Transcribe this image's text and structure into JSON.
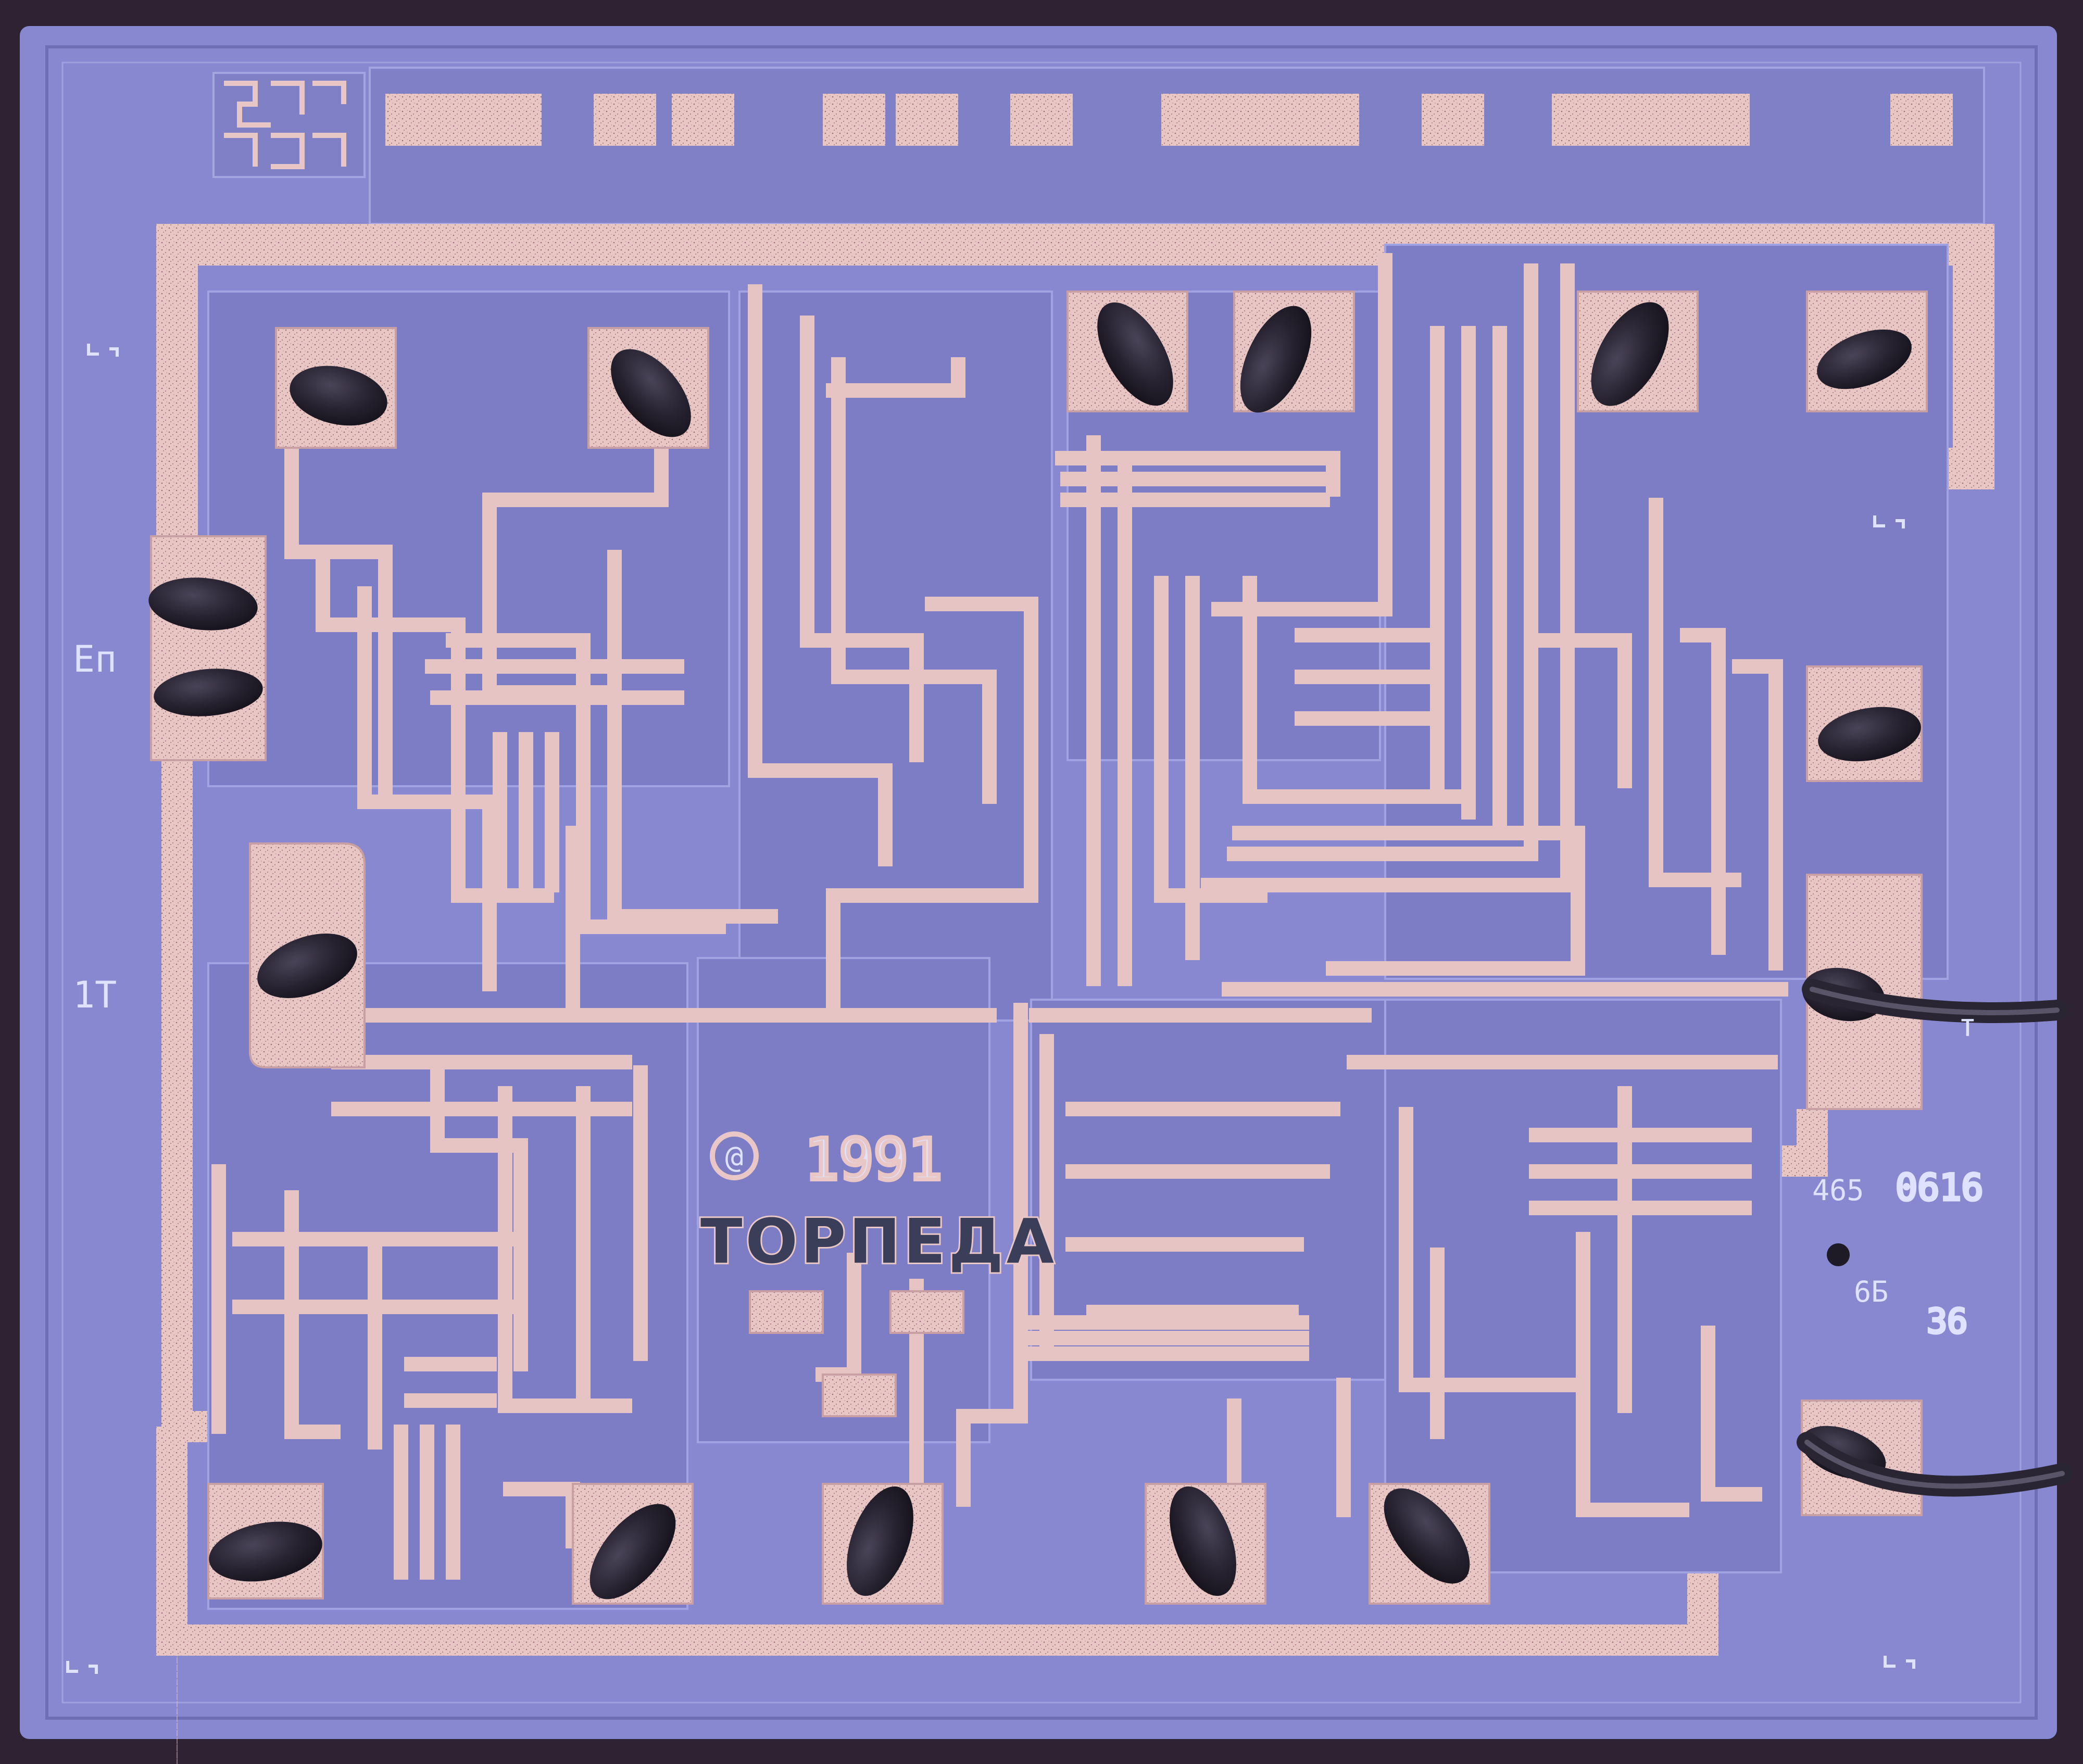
{
  "die": {
    "logo": "@",
    "year": "1991",
    "name": "ТОРПЕДА",
    "left_label_top": "Еп",
    "left_label_bottom": "1Т",
    "right_label": "т",
    "code_1": "0616",
    "code_2": "465",
    "code_3": "6Б",
    "code_4": "36"
  },
  "bond_pads": [
    {
      "name": "pad-top-1",
      "wire": false
    },
    {
      "name": "pad-top-2",
      "wire": false
    },
    {
      "name": "pad-top-3",
      "wire": false
    },
    {
      "name": "pad-top-4",
      "wire": false
    },
    {
      "name": "pad-top-5",
      "wire": false
    },
    {
      "name": "pad-top-6",
      "wire": false
    },
    {
      "name": "pad-left-ep",
      "wire": false
    },
    {
      "name": "pad-left-1t",
      "wire": false
    },
    {
      "name": "pad-right-1",
      "wire": false
    },
    {
      "name": "pad-right-t",
      "wire": true
    },
    {
      "name": "pad-right-bottom",
      "wire": true
    },
    {
      "name": "pad-bottom-1",
      "wire": false
    },
    {
      "name": "pad-bottom-2",
      "wire": false
    },
    {
      "name": "pad-bottom-3",
      "wire": false
    },
    {
      "name": "pad-bottom-4",
      "wire": false
    },
    {
      "name": "pad-bottom-5",
      "wire": false
    }
  ],
  "colors": {
    "substrate": "#8b8cd3",
    "substrate_dark": "#7677c0",
    "metal": "#e9c7c6",
    "metal_edge": "#c79b9e",
    "bond_ball": "#2a2633",
    "edge_dark": "#2e2233"
  }
}
